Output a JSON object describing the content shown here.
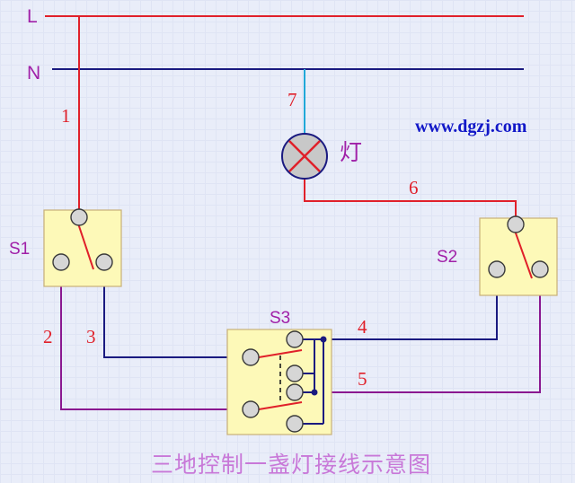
{
  "lines": {
    "live": "L",
    "neutral": "N"
  },
  "wires": [
    "1",
    "2",
    "3",
    "4",
    "5",
    "6",
    "7"
  ],
  "switches": {
    "s1": "S1",
    "s2": "S2",
    "s3": "S3"
  },
  "lamp": {
    "label": "灯"
  },
  "website": "www.dgzj.com",
  "title": "三地控制一盏灯接线示意图",
  "colors": {
    "live": "#e0202a",
    "neutral": "#1a1a80",
    "traveler": "#8a1890",
    "lamp_feed": "#20a8d8",
    "switch_box": "#fdf9b8",
    "label": "#a020a8",
    "website": "#1218c8"
  }
}
